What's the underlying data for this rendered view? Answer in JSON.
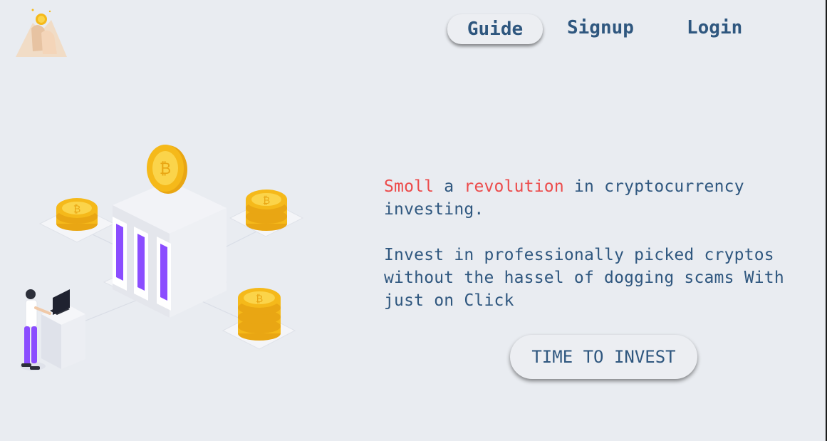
{
  "nav": {
    "guide_label": "Guide",
    "signup_label": "Signup",
    "login_label": "Login"
  },
  "hero": {
    "headline_accent_1": "Smoll",
    "headline_mid_1": " a ",
    "headline_accent_2": "revolution",
    "headline_rest": " in cryptocurrency investing.",
    "body": "Invest in professionally picked cryptos without the hassel of dogging scams With just on Click",
    "cta_label": "TIME TO INVEST"
  },
  "colors": {
    "background": "#e9ecf1",
    "text": "#2f577f",
    "accent": "#ec4b4b",
    "coin": "#f5b91a",
    "server_stripe": "#8b4dff"
  },
  "icons": {
    "logo": "hand-holding-coin-logo",
    "illustration": "crypto-server-illustration"
  }
}
